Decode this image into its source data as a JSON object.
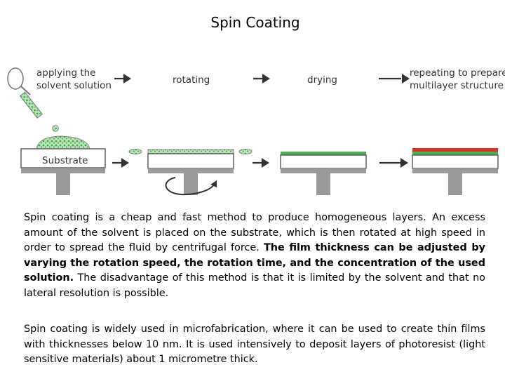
{
  "title": "Spin Coating",
  "diagram": {
    "step1": [
      "applying the",
      "solvent solution"
    ],
    "step2": "rotating",
    "step3": "drying",
    "step4": [
      "repeating to prepare",
      "multilayer structure"
    ],
    "substrate_label": "Substrate"
  },
  "colors": {
    "solution_green": "#7cc47c",
    "film_green": "#4caf50",
    "film_red": "#d9342b",
    "stand_gray": "#9a9a9a",
    "arrow_dark": "#333333"
  },
  "paragraphs": {
    "p1_part1": "Spin coating is a cheap and fast method to produce homogeneous layers. An excess amount of the solvent is placed on the substrate, which is then rotated at high speed in order to spread the fluid by centrifugal force. ",
    "p1_bold": "The film thickness can be adjusted by varying the rotation speed, the rotation time, and the concentration of the used solution.",
    "p1_part2": " The disadvantage of this method is that it is limited by the solvent and that no lateral resolution is possible.",
    "p2": "Spin coating is widely used in microfabrication, where it can be used to create thin films with thicknesses below 10 nm. It is used intensively to deposit layers of photoresist (light sensitive materials) about 1 micrometre thick."
  }
}
